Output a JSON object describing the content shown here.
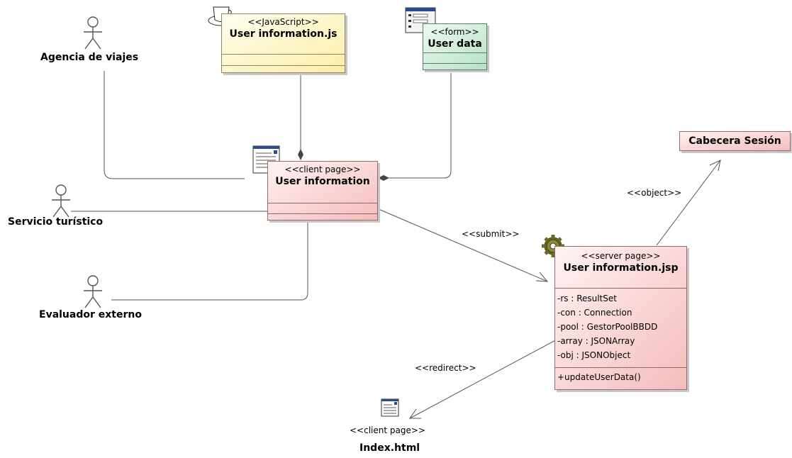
{
  "actors": [
    {
      "name": "Agencia de viajes"
    },
    {
      "name": "Servicio turístico"
    },
    {
      "name": "Evaluador externo"
    }
  ],
  "classes": {
    "js": {
      "stereotype": "<<JavaScript>>",
      "name": "User information.js"
    },
    "form": {
      "stereotype": "<<form>>",
      "name": "User data"
    },
    "client": {
      "stereotype": "<<client page>>",
      "name": "User information"
    },
    "server": {
      "stereotype": "<<server page>>",
      "name": "User information.jsp",
      "attributes": [
        "-rs : ResultSet",
        "-con : Connection",
        "-pool : GestorPoolBBDD",
        "-array : JSONArray",
        "-obj : JSONObject"
      ],
      "operations": [
        "+updateUserData()"
      ]
    },
    "session": {
      "name": "Cabecera Sesión"
    },
    "index": {
      "stereotype": "<<client page>>",
      "name": "Index.html"
    }
  },
  "relations": {
    "submit": "<<submit>>",
    "object": "<<object>>",
    "redirect": "<<redirect>>"
  },
  "colors": {
    "javascript": "#fbeea8",
    "form": "#b7e2c6",
    "page": "#f5bcbc",
    "line": "#555555"
  }
}
